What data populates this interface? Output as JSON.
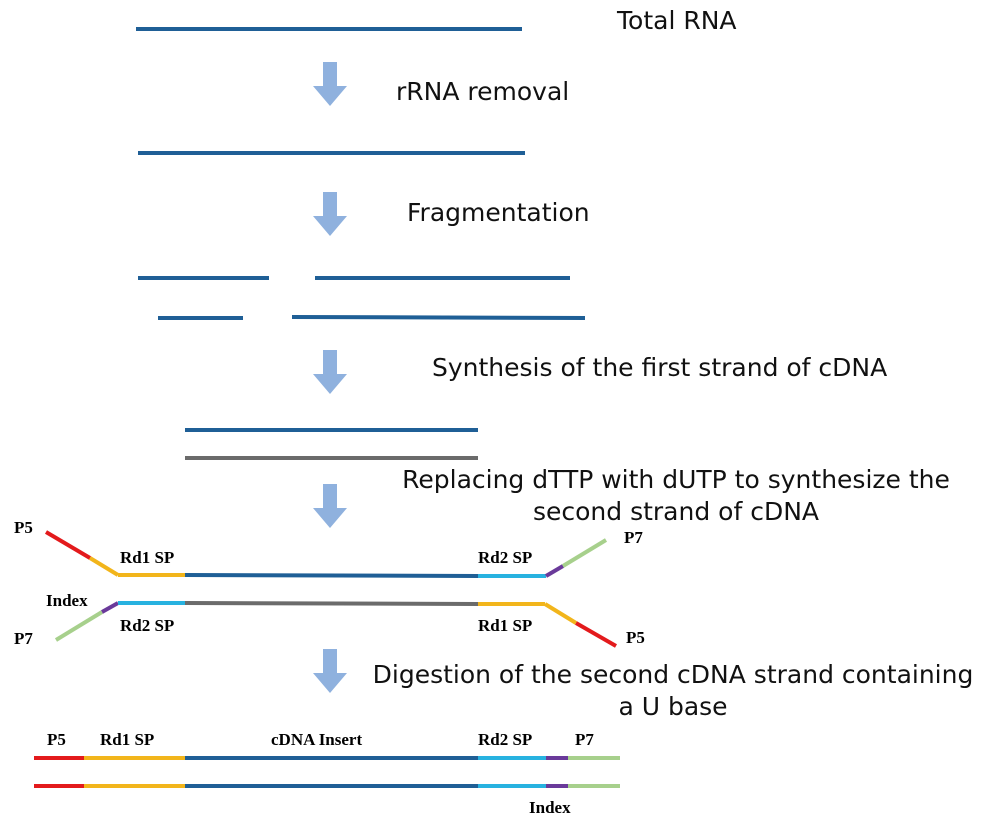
{
  "steps": {
    "total_rna": "Total RNA",
    "rrna_removal": "rRNA removal",
    "fragmentation": "Fragmentation",
    "first_strand": "Synthesis of the first strand of cDNA",
    "second_strand_line1": "Replacing dTTP with dUTP to synthesize the",
    "second_strand_line2": "second strand of cDNA",
    "digestion_line1": "Digestion of the second cDNA strand containing",
    "digestion_line2": "a U base"
  },
  "labels": {
    "p5": "P5",
    "p7": "P7",
    "rd1_sp": "Rd1 SP",
    "rd2_sp": "Rd2 SP",
    "index": "Index",
    "cdna_insert": "cDNA Insert"
  },
  "colors": {
    "rna_strand": "#1f5f96",
    "cdna_second": "#6b6b6b",
    "arrow": "#8fb1de",
    "p5": "#e31a1c",
    "rd1_sp": "#f2b51b",
    "rd2_sp": "#27b2e0",
    "index": "#6a3a9a",
    "p7": "#a7d08c"
  }
}
